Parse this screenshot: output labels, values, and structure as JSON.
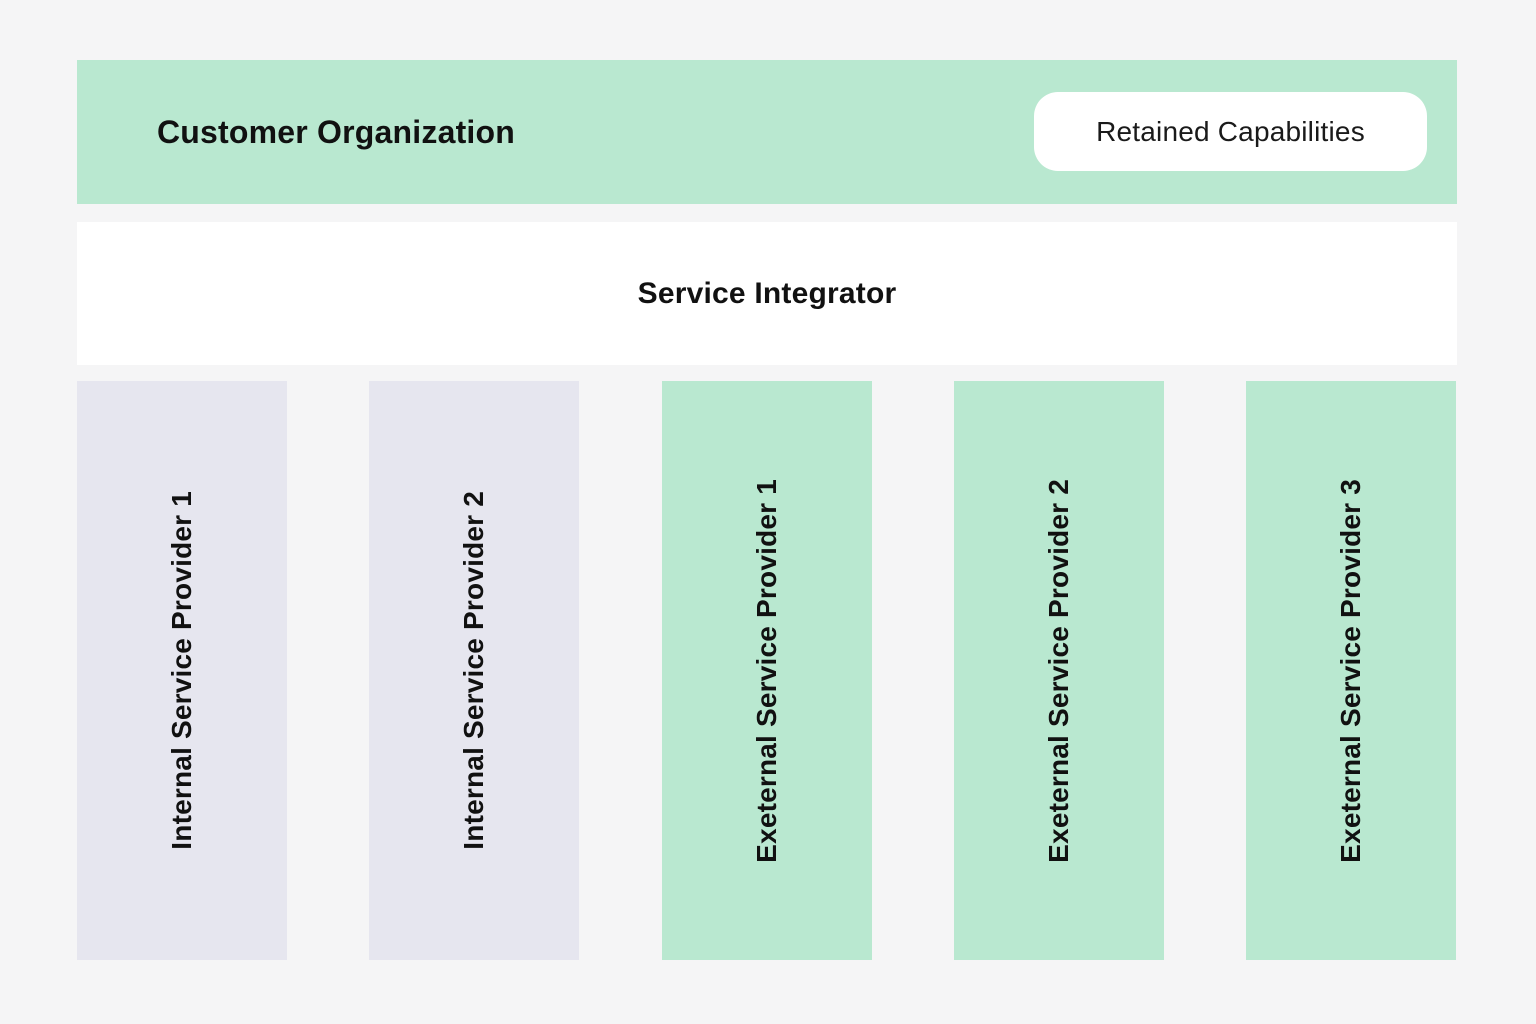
{
  "colors": {
    "page_background": "#f5f5f6",
    "customer_banner": "#b9e8d0",
    "service_integrator_band": "#ffffff",
    "internal_provider": "#e6e6ef",
    "external_provider": "#b9e8d0",
    "pill_background": "#ffffff",
    "text": "#111111"
  },
  "banner": {
    "title": "Customer Organization",
    "retained_capabilities_label": "Retained Capabilities"
  },
  "integrator": {
    "label": "Service Integrator"
  },
  "providers": [
    {
      "label": "Internal Service Provider 1",
      "type": "internal"
    },
    {
      "label": "Internal Service Provider 2",
      "type": "internal"
    },
    {
      "label": "Exeternal Service Provider 1",
      "type": "external"
    },
    {
      "label": "Exeternal Service Provider 2",
      "type": "external"
    },
    {
      "label": "Exeternal Service Provider 3",
      "type": "external"
    }
  ]
}
